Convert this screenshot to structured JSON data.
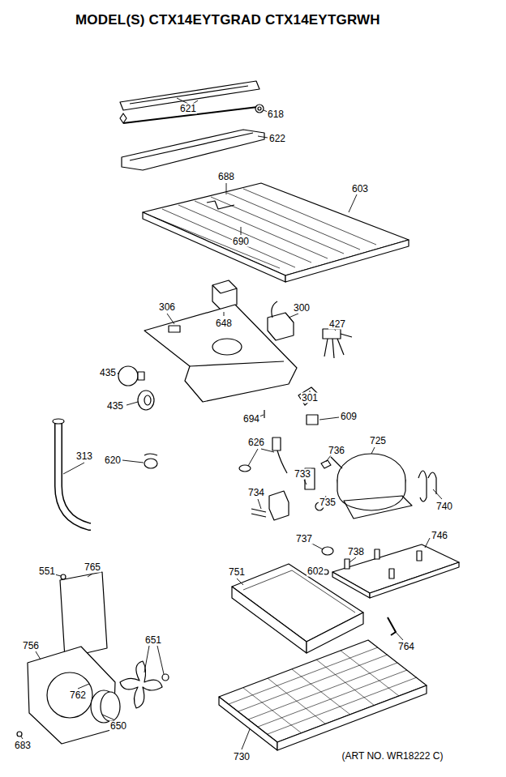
{
  "diagram": {
    "title": "MODEL(S) CTX14EYTGRAD  CTX14EYTGRWH",
    "labels": [
      "621",
      "618",
      "622",
      "688",
      "603",
      "690",
      "306",
      "648",
      "300",
      "427",
      "435",
      "435",
      "301",
      "694",
      "609",
      "313",
      "620",
      "626",
      "736",
      "725",
      "733",
      "740",
      "734",
      "735",
      "737",
      "746",
      "738",
      "551",
      "765",
      "751",
      "602",
      "764",
      "651",
      "756",
      "762",
      "650",
      "683",
      "730",
      "(ART NO. WR18222 C)"
    ]
  }
}
